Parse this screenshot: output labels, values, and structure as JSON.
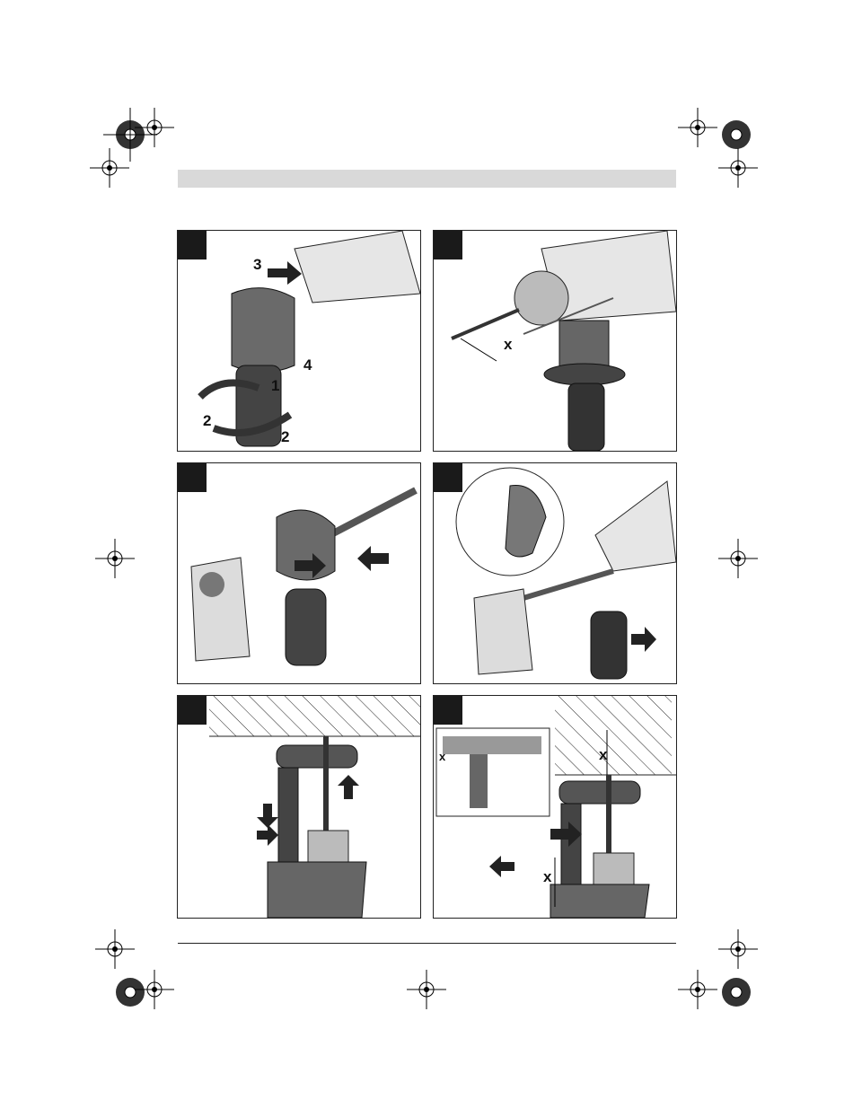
{
  "page": {
    "header_text": "",
    "footer_text": ""
  },
  "panels": [
    {
      "id": "A",
      "step_labels": [
        "3",
        "4",
        "1",
        "2",
        "2"
      ]
    },
    {
      "id": "B",
      "dimension_label": "x"
    },
    {
      "id": "C",
      "step_labels": []
    },
    {
      "id": "D",
      "step_labels": []
    },
    {
      "id": "E",
      "step_labels": []
    },
    {
      "id": "F",
      "dimension_labels": [
        "x",
        "x",
        "x"
      ]
    }
  ],
  "colors": {
    "panel_border": "#222222",
    "header_bar": "#d9d9d9",
    "tab": "#1a1a1a",
    "tool_dark": "#3a3a3a",
    "tool_mid": "#8a8a8a"
  }
}
